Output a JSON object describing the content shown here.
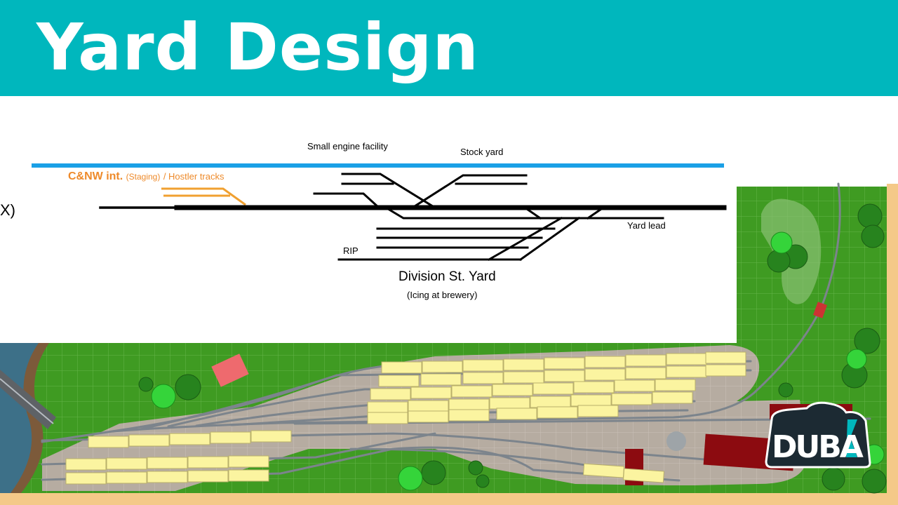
{
  "header": {
    "title": "Yard Design"
  },
  "schematic": {
    "labels": {
      "engine_facility": "Small engine facility",
      "stock_yard": "Stock yard",
      "cnw_main": "C&NW int.",
      "staging": "(Staging)",
      "hostler": "/ Hostler tracks",
      "yard_lead": "Yard lead",
      "rip": "RIP",
      "yard_name": "Division St. Yard",
      "icing": "(Icing at brewery)",
      "cut_text": "X)"
    },
    "colors": {
      "backdrop": "#1aa0e6",
      "staging": "#f0a030",
      "track": "#000000"
    }
  },
  "layout_plan": {
    "logo_text": "DUBA",
    "colors": {
      "grass": "#3f9b22",
      "ballast": "#b6aca1",
      "water": "#3d7088",
      "bank": "#7c5a3a",
      "car": "#fbf4a0",
      "building_dark": "#8c0b10",
      "building_red": "#ee6a6e",
      "rail": "#7c848c",
      "frame": "#f4c988"
    }
  }
}
